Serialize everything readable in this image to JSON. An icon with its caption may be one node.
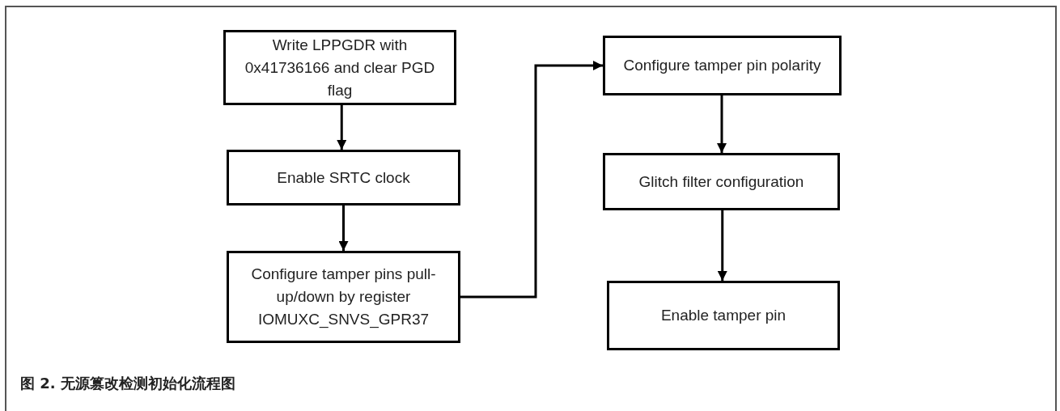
{
  "diagram": {
    "caption": "图 2. 无源篡改检测初始化流程图",
    "nodes": [
      {
        "text": [
          "Write LPPGDR with 0x41736166 and clear PGD flag"
        ]
      },
      {
        "text": [
          "Enable SRTC clock"
        ]
      },
      {
        "text": [
          "Configure tamper pins pull-up/down by register IOMUXC_SNVS_GPR37"
        ]
      },
      {
        "text": [
          "Configure tamper pin polarity"
        ]
      },
      {
        "text": [
          "Glitch filter configuration"
        ]
      },
      {
        "text": [
          "Enable tamper pin"
        ]
      }
    ],
    "edges": [
      {
        "from": 0,
        "to": 1,
        "arrow": "to"
      },
      {
        "from": 1,
        "to": 2,
        "arrow": "to"
      },
      {
        "from": 2,
        "to": 3,
        "arrow": "to"
      },
      {
        "from": 3,
        "to": 4,
        "arrow": "to"
      },
      {
        "from": 4,
        "to": 5,
        "arrow": "to"
      }
    ]
  }
}
